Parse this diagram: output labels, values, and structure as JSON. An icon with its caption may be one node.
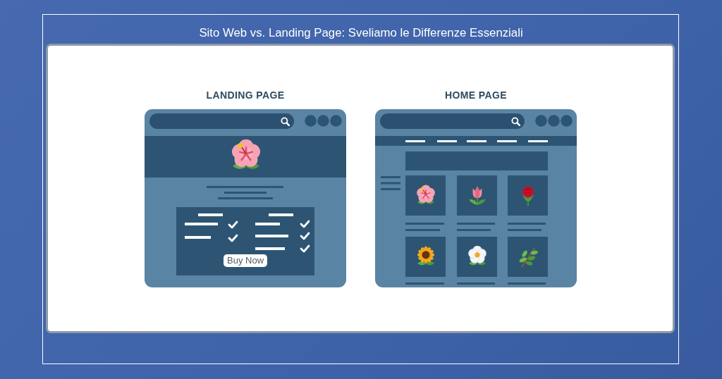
{
  "diagram": {
    "title": "Sito Web vs. Landing Page: Sveliamo le Differenze Essenziali",
    "nodes": [
      {
        "text": [
          "LANDING PAGE"
        ]
      },
      {
        "text": [
          "Buy Now"
        ],
        "in": 0
      },
      {
        "text": [
          "HOME PAGE"
        ]
      },
      {
        "text": [],
        "shape": "box",
        "in": 2
      }
    ]
  }
}
